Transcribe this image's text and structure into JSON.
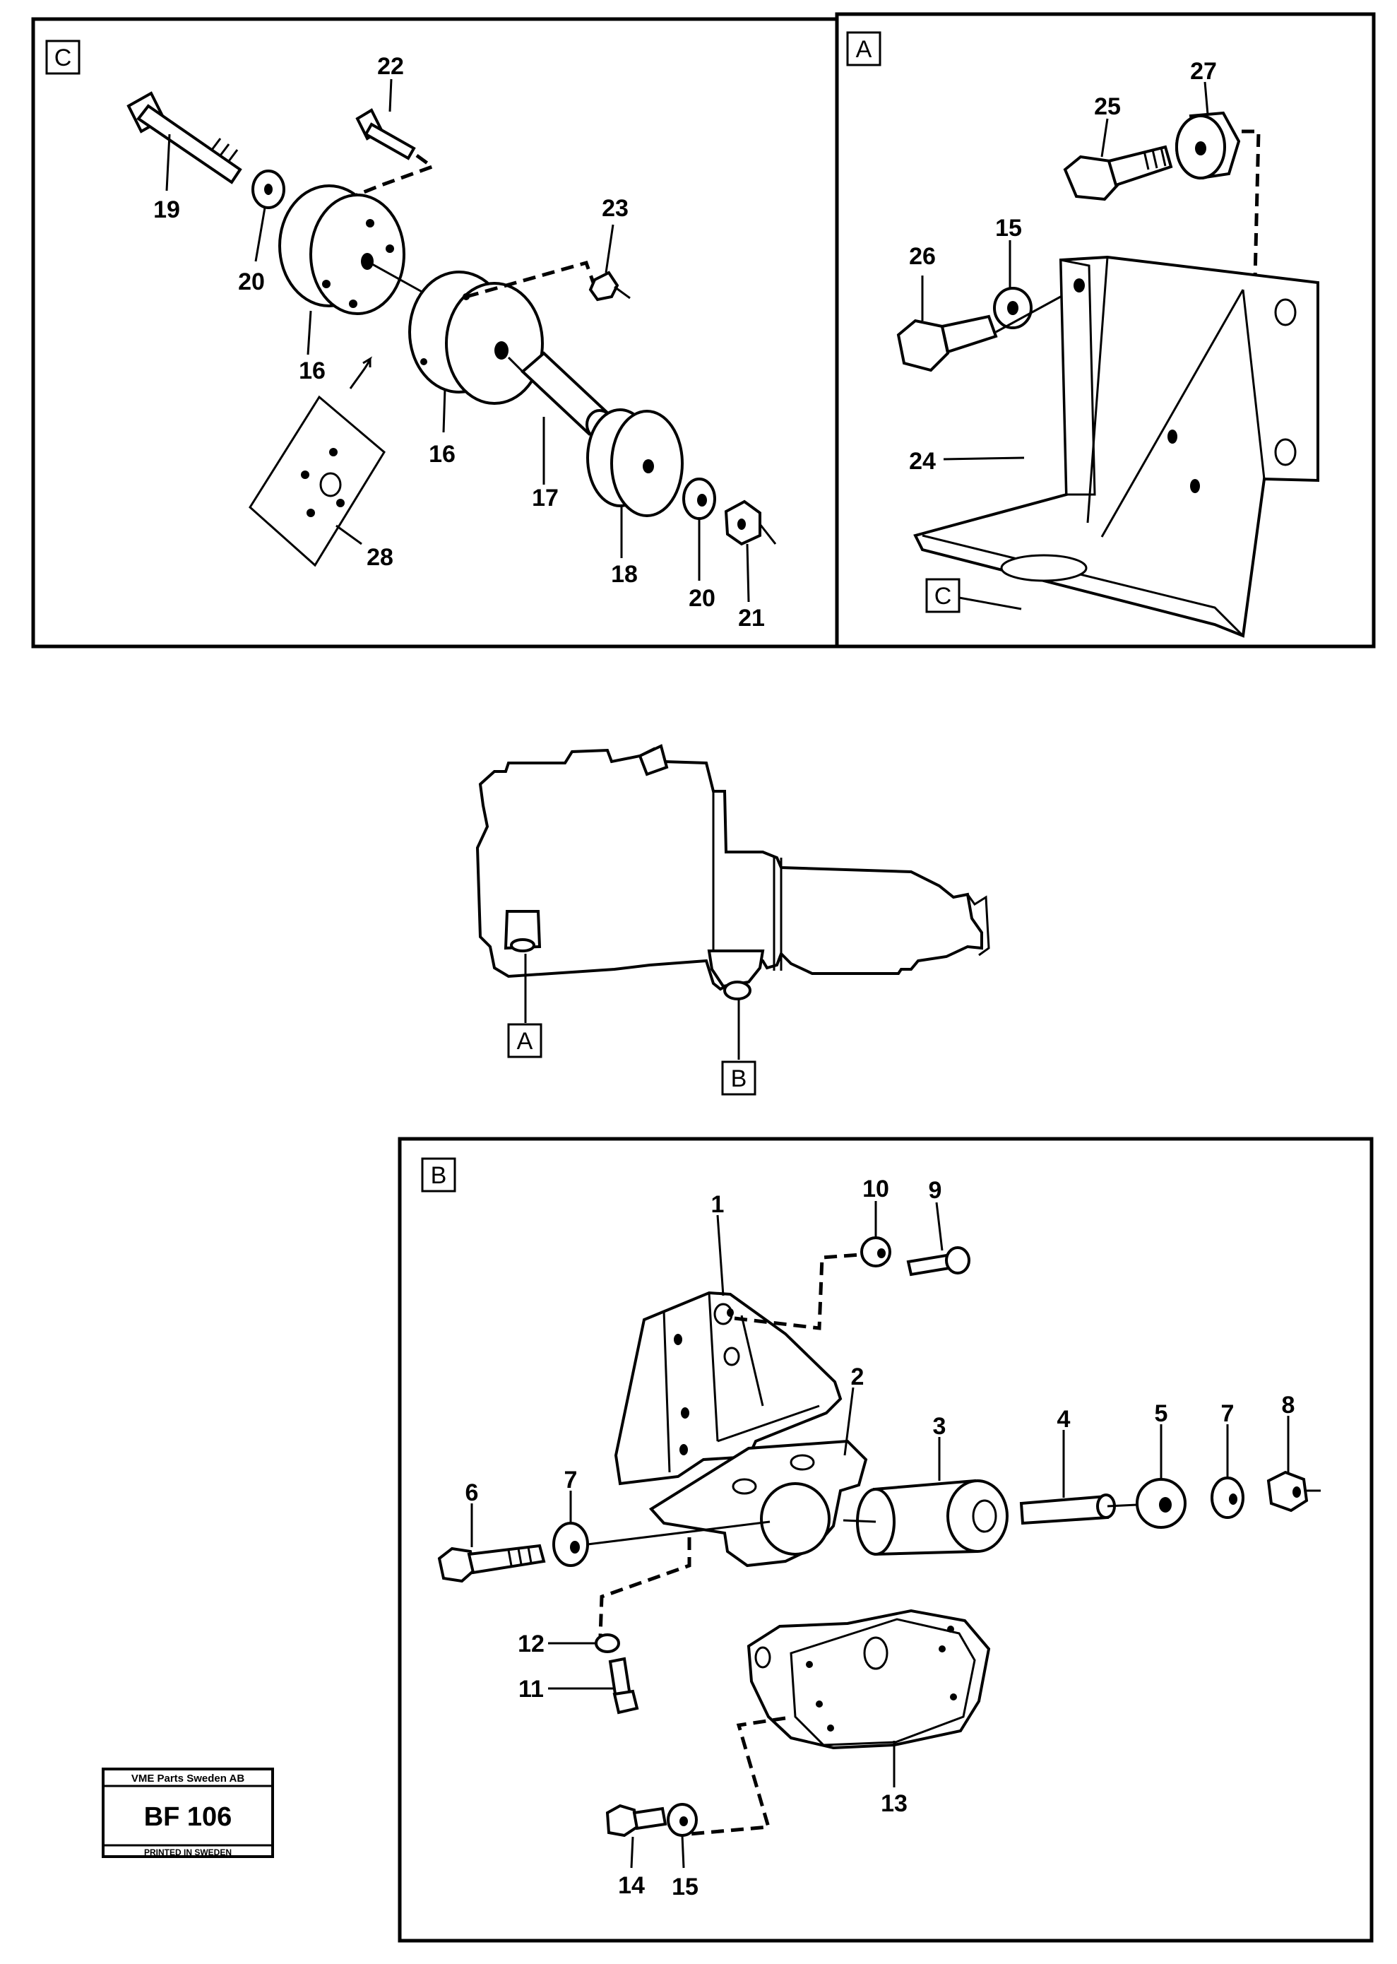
{
  "panels": {
    "c": {
      "letter": "C"
    },
    "a": {
      "letter": "A"
    },
    "b": {
      "letter": "B"
    }
  },
  "overview": {
    "callout_a": "A",
    "callout_b": "B",
    "callout_c": "C"
  },
  "part_numbers": {
    "n1": "1",
    "n2": "2",
    "n3": "3",
    "n4": "4",
    "n5": "5",
    "n6": "6",
    "n7a": "7",
    "n7b": "7",
    "n8": "8",
    "n9": "9",
    "n10": "10",
    "n11": "11",
    "n12": "12",
    "n13": "13",
    "n14": "14",
    "n15a": "15",
    "n15b": "15",
    "n16a": "16",
    "n16b": "16",
    "n17": "17",
    "n18": "18",
    "n19": "19",
    "n20a": "20",
    "n20b": "20",
    "n21": "21",
    "n22": "22",
    "n23": "23",
    "n24": "24",
    "n25": "25",
    "n26": "26",
    "n27": "27",
    "n28": "28"
  },
  "title_block": {
    "company": "VME Parts Sweden AB",
    "code": "BF 106",
    "printed": "PRINTED IN SWEDEN"
  }
}
